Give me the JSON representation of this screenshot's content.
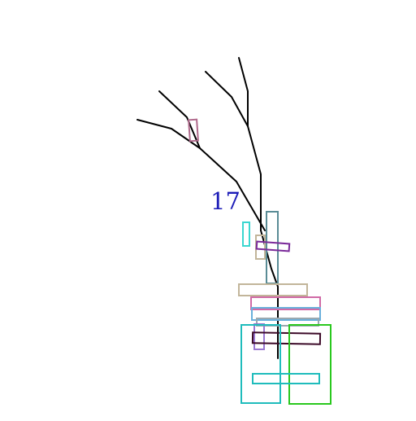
{
  "annotation": {
    "label": "17",
    "color": "#1d1db8"
  },
  "colors": {
    "background": "#ffffff",
    "branches": "#000000"
  },
  "boxes": [
    {
      "name": "box-mauve-small",
      "color": "#b06a8c"
    },
    {
      "name": "box-aqua-small",
      "color": "#3ad6d0"
    },
    {
      "name": "box-slate-vertical",
      "color": "#5a8c96"
    },
    {
      "name": "box-tan-small",
      "color": "#c2b59a"
    },
    {
      "name": "box-purple-tilted",
      "color": "#7a2a9a"
    },
    {
      "name": "box-tan-wide",
      "color": "#c2b59a"
    },
    {
      "name": "box-pink-wide",
      "color": "#d06aa6"
    },
    {
      "name": "box-skyblue-wide",
      "color": "#6ab0dc"
    },
    {
      "name": "box-gray-wide",
      "color": "#9aa8b0"
    },
    {
      "name": "box-lavender-small",
      "color": "#9a78d2"
    },
    {
      "name": "box-darkmaroon-wide",
      "color": "#3c0a28"
    },
    {
      "name": "box-teal-large",
      "color": "#1fbcbc"
    },
    {
      "name": "box-green-large",
      "color": "#2ac81e"
    },
    {
      "name": "box-teal-bottom",
      "color": "#1fbcbc"
    }
  ]
}
